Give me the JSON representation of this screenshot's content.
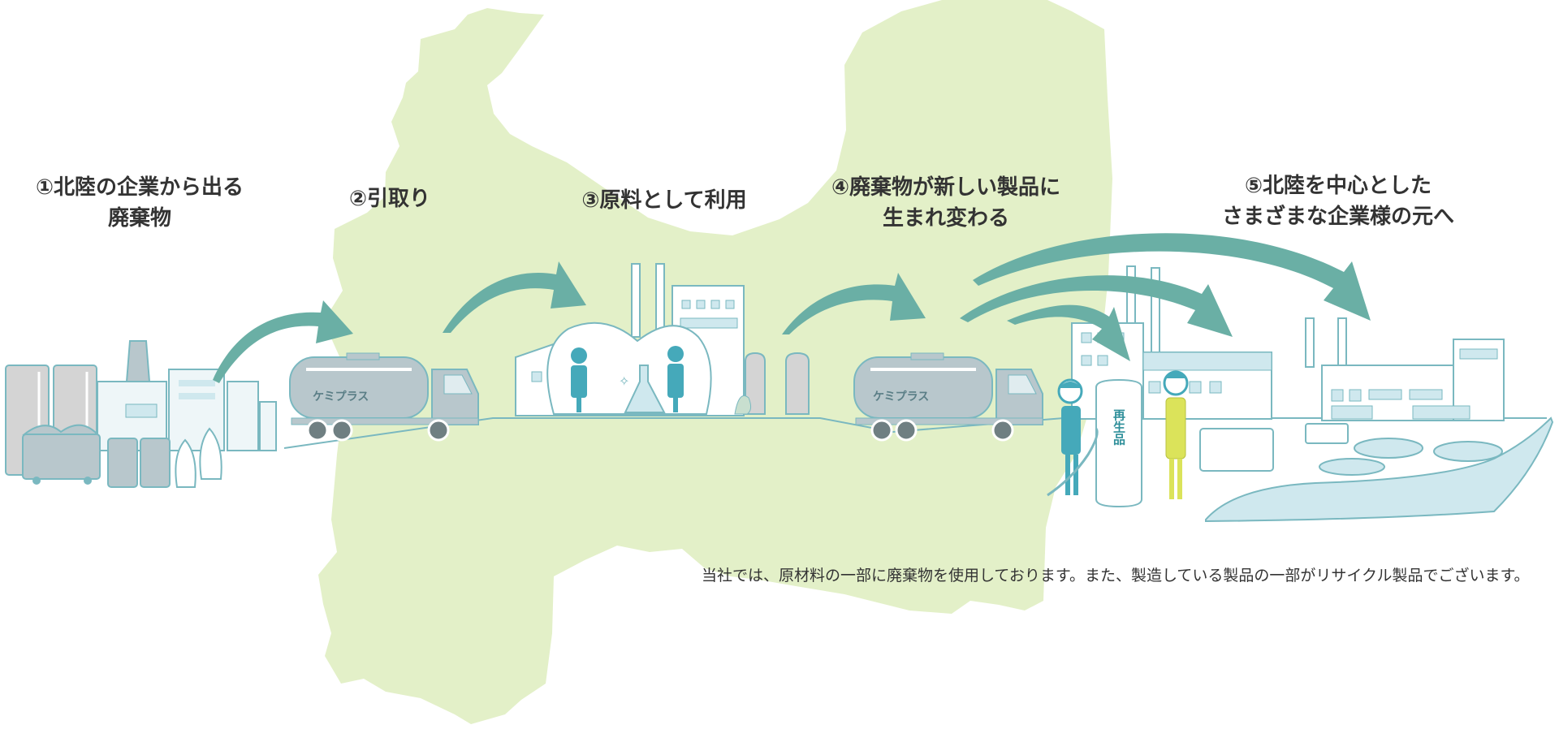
{
  "steps": [
    {
      "number": "①",
      "lines": [
        "北陸の企業から出る",
        "廃棄物"
      ]
    },
    {
      "number": "②",
      "lines": [
        "引取り"
      ]
    },
    {
      "number": "③",
      "lines": [
        "原料として利用"
      ]
    },
    {
      "number": "④",
      "lines": [
        "廃棄物が新しい製品に",
        "生まれ変わる"
      ]
    },
    {
      "number": "⑤",
      "lines": [
        "北陸を中心とした",
        "さまざまな企業様の元へ"
      ]
    }
  ],
  "truck_label": "ケミプラス",
  "tank_label": "再生品",
  "note": "当社では、原材料の一部に廃棄物を使用しております。また、製造している製品の一部がリサイクル製品でございます。",
  "colors": {
    "map": "#e3f0c8",
    "arrow": "#6aafa5",
    "line": "#7ab8c0",
    "teal": "#45a9ba",
    "yellow": "#dbe35a",
    "water": "#cfe8ee",
    "truck": "#b8c7cc",
    "gray": "#d4d4d4"
  },
  "icons": [
    "waste-factory-icon",
    "tank-truck-icon",
    "chemical-factory-icon",
    "recycled-tank-icon",
    "destination-factories-icon"
  ]
}
